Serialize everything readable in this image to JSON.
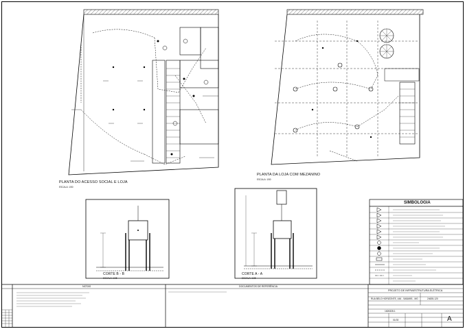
{
  "drawing": {
    "plan1_title": "PLANTA DO ACESSO SOCIAL E LOJA",
    "plan1_scale": "ESCALA: 1/50",
    "plan2_title": "PLANTA DA LOJA COM MEZANINO",
    "plan2_scale": "ESCALA: 1/50",
    "section_bb_title": "CORTE  B - B",
    "section_bb_scale": "ESCALA: 1/25",
    "section_aa_title": "CORTE  A - A",
    "section_aa_scale": "ESCALA: 1/25",
    "notes_header": "NOTAS",
    "refs_header": "DOCUMENTOS DE REFERÊNCIA",
    "legend_title": "SIMBOLOGIA",
    "rev_letter": "A",
    "title_project": "PROJETO DE INFRAESTRUTURA ELÉTRICA",
    "title_address": "RUA BELO HORIZONTE, 446 - SABARÁ - MG",
    "title_code": "24635-120",
    "title_sheet_no": "01/03",
    "title_drawing_no": "1626328-1"
  }
}
